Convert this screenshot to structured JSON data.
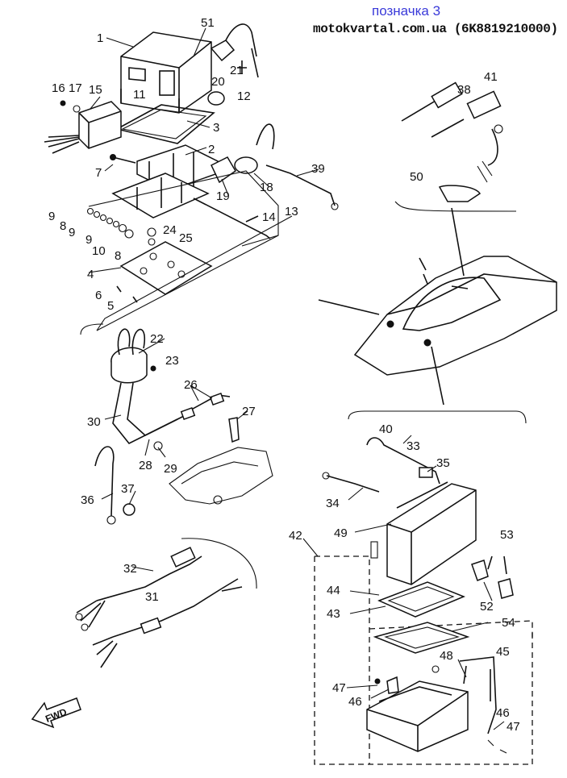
{
  "header": {
    "title": "позначка 3",
    "subtitle": "motokvartal.com.ua (6K8819210000)"
  },
  "fwd_label": "FWD",
  "callouts": {
    "p1": "1",
    "p2": "2",
    "p3": "3",
    "p4": "4",
    "p5": "5",
    "p6": "6",
    "p7": "7",
    "p8a": "8",
    "p8b": "8",
    "p9a": "9",
    "p9b": "9",
    "p9c": "9",
    "p10": "10",
    "p11": "11",
    "p12": "12",
    "p13": "13",
    "p14": "14",
    "p15": "15",
    "p16": "16",
    "p17": "17",
    "p18": "18",
    "p19": "19",
    "p20": "20",
    "p21": "21",
    "p22": "22",
    "p23": "23",
    "p24": "24",
    "p25": "25",
    "p26": "26",
    "p27": "27",
    "p28": "28",
    "p29": "29",
    "p30": "30",
    "p31": "31",
    "p32": "32",
    "p33": "33",
    "p34": "34",
    "p35": "35",
    "p36": "36",
    "p37": "37",
    "p38": "38",
    "p39": "39",
    "p40": "40",
    "p41": "41",
    "p42": "42",
    "p43": "43",
    "p44": "44",
    "p45": "45",
    "p46a": "46",
    "p46b": "46",
    "p47a": "47",
    "p47b": "47",
    "p48": "48",
    "p49": "49",
    "p50": "50",
    "p51": "51",
    "p52": "52",
    "p53": "53",
    "p54": "54"
  }
}
